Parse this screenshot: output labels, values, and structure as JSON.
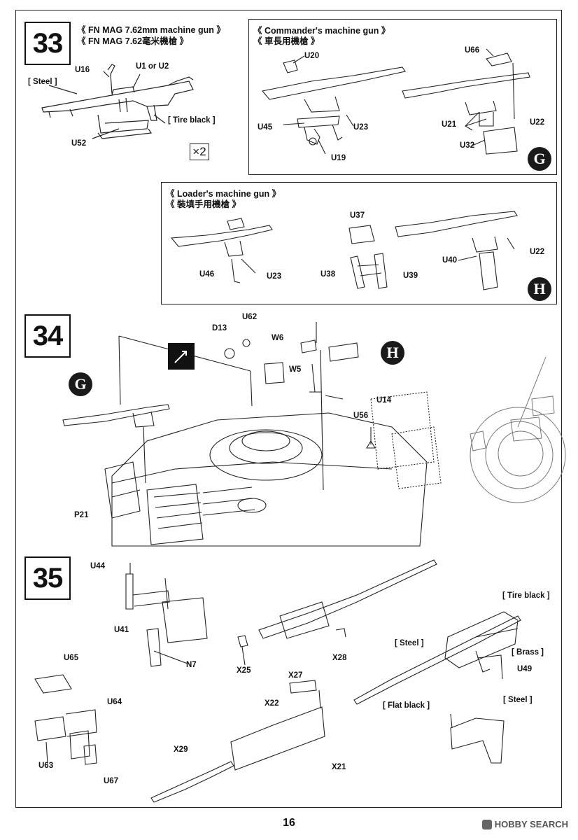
{
  "page_number": "16",
  "watermark": "HOBBY SEARCH",
  "steps": {
    "s33": {
      "number": "33",
      "title_en": "《 FN MAG 7.62mm machine gun 》",
      "title_cn": "《 FN MAG 7.62毫米機槍 》",
      "labels": {
        "u16": "U16",
        "u1": "U1 or U2",
        "steel": "[ Steel ]",
        "tire": "[ Tire black ]",
        "u52": "U52",
        "times": "×2"
      }
    },
    "commander": {
      "title_en": "《 Commander's machine gun 》",
      "title_cn": "《 車長用機槍 》",
      "labels": {
        "u20": "U20",
        "u45": "U45",
        "u23": "U23",
        "u19": "U19",
        "u66": "U66",
        "u21": "U21",
        "u22": "U22",
        "u32": "U32"
      },
      "marker": "G"
    },
    "loader": {
      "title_en": "《 Loader's machine gun 》",
      "title_cn": "《 裝填手用機槍 》",
      "labels": {
        "u46": "U46",
        "u23": "U23",
        "u37": "U37",
        "u38": "U38",
        "u39": "U39",
        "u40": "U40",
        "u22": "U22"
      },
      "marker": "H"
    },
    "s34": {
      "number": "34",
      "labels": {
        "u62": "U62",
        "d13": "D13",
        "w6": "W6",
        "w5": "W5",
        "u14": "U14",
        "u56": "U56",
        "p21": "P21"
      },
      "marker_g": "G",
      "marker_h": "H"
    },
    "s35": {
      "number": "35",
      "labels": {
        "u44": "U44",
        "u41": "U41",
        "n7": "N7",
        "u65": "U65",
        "u64": "U64",
        "u63": "U63",
        "u67": "U67",
        "x25": "X25",
        "x28": "X28",
        "x27": "X27",
        "x22": "X22",
        "x21": "X21",
        "x29": "X29",
        "tire": "[ Tire black ]",
        "steel1": "[ Steel ]",
        "brass": "[ Brass ]",
        "u49": "U49",
        "flat": "[ Flat black ]",
        "steel2": "[ Steel ]"
      }
    }
  }
}
